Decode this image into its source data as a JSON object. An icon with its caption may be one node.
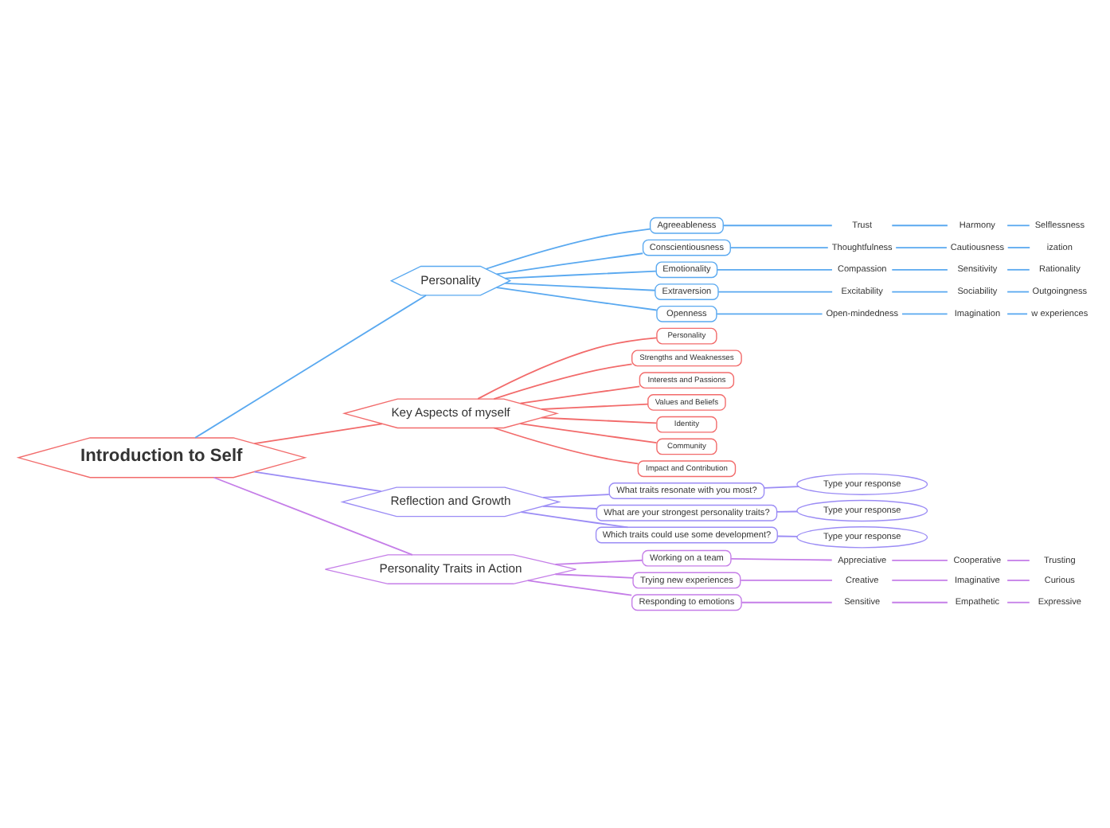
{
  "diagram": {
    "nodes": [
      {
        "text": [
          "Introduction to Self"
        ]
      },
      {
        "text": [
          "Personality"
        ]
      },
      {
        "text": [
          "Agreeableness"
        ]
      },
      {
        "text": [
          "Trust"
        ]
      },
      {
        "text": [
          "Harmony"
        ]
      },
      {
        "text": [
          "Selflessness"
        ]
      },
      {
        "text": [
          "Conscientiousness"
        ]
      },
      {
        "text": [
          "Thoughtfulness"
        ]
      },
      {
        "text": [
          "Cautiousness"
        ]
      },
      {
        "text": [
          "ization"
        ]
      },
      {
        "text": [
          "Emotionality"
        ]
      },
      {
        "text": [
          "Compassion"
        ]
      },
      {
        "text": [
          "Sensitivity"
        ]
      },
      {
        "text": [
          "Rationality"
        ]
      },
      {
        "text": [
          "Extraversion"
        ]
      },
      {
        "text": [
          "Excitability"
        ]
      },
      {
        "text": [
          "Sociability"
        ]
      },
      {
        "text": [
          "Outgoingness"
        ]
      },
      {
        "text": [
          "Openness"
        ]
      },
      {
        "text": [
          "Open-mindedness"
        ]
      },
      {
        "text": [
          "Imagination"
        ]
      },
      {
        "text": [
          "w experiences"
        ]
      },
      {
        "text": [
          "Key Aspects of myself"
        ]
      },
      {
        "text": [
          "Personality"
        ]
      },
      {
        "text": [
          "Strengths and Weaknesses"
        ]
      },
      {
        "text": [
          "Interests and Passions"
        ]
      },
      {
        "text": [
          "Values and Beliefs"
        ]
      },
      {
        "text": [
          "Identity"
        ]
      },
      {
        "text": [
          "Community"
        ]
      },
      {
        "text": [
          "Impact and Contribution"
        ]
      },
      {
        "text": [
          "Reflection and Growth"
        ]
      },
      {
        "text": [
          "What traits resonate with you most?"
        ]
      },
      {
        "text": [
          "Type your response"
        ]
      },
      {
        "text": [
          "What are your strongest personality traits?"
        ]
      },
      {
        "text": [
          "Type your response"
        ]
      },
      {
        "text": [
          "Which traits could use some development?"
        ]
      },
      {
        "text": [
          "Type your response"
        ]
      },
      {
        "text": [
          "Personality Traits in Action"
        ]
      },
      {
        "text": [
          "Working on a team"
        ]
      },
      {
        "text": [
          "Appreciative"
        ]
      },
      {
        "text": [
          "Cooperative"
        ]
      },
      {
        "text": [
          "Trusting"
        ]
      },
      {
        "text": [
          "Trying new experiences"
        ]
      },
      {
        "text": [
          "Creative"
        ]
      },
      {
        "text": [
          "Imaginative"
        ]
      },
      {
        "text": [
          "Curious"
        ]
      },
      {
        "text": [
          "Responding to emotions"
        ]
      },
      {
        "text": [
          "Sensitive"
        ]
      },
      {
        "text": [
          "Empathetic"
        ]
      },
      {
        "text": [
          "Expressive"
        ]
      }
    ],
    "edges": [
      {
        "from": 0,
        "to": 1,
        "arrow": "none",
        "color": "#5aa9f0"
      },
      {
        "from": 1,
        "to": 2,
        "arrow": "none",
        "color": "#5aa9f0"
      },
      {
        "from": 2,
        "to": 3,
        "arrow": "none",
        "color": "#5aa9f0"
      },
      {
        "from": 3,
        "to": 4,
        "arrow": "none",
        "color": "#5aa9f0"
      },
      {
        "from": 4,
        "to": 5,
        "arrow": "none",
        "color": "#5aa9f0"
      },
      {
        "from": 1,
        "to": 6,
        "arrow": "none",
        "color": "#5aa9f0"
      },
      {
        "from": 6,
        "to": 7,
        "arrow": "none",
        "color": "#5aa9f0"
      },
      {
        "from": 7,
        "to": 8,
        "arrow": "none",
        "color": "#5aa9f0"
      },
      {
        "from": 8,
        "to": 9,
        "arrow": "none",
        "color": "#5aa9f0"
      },
      {
        "from": 1,
        "to": 10,
        "arrow": "none",
        "color": "#5aa9f0"
      },
      {
        "from": 10,
        "to": 11,
        "arrow": "none",
        "color": "#5aa9f0"
      },
      {
        "from": 11,
        "to": 12,
        "arrow": "none",
        "color": "#5aa9f0"
      },
      {
        "from": 12,
        "to": 13,
        "arrow": "none",
        "color": "#5aa9f0"
      },
      {
        "from": 1,
        "to": 14,
        "arrow": "none",
        "color": "#5aa9f0"
      },
      {
        "from": 14,
        "to": 15,
        "arrow": "none",
        "color": "#5aa9f0"
      },
      {
        "from": 15,
        "to": 16,
        "arrow": "none",
        "color": "#5aa9f0"
      },
      {
        "from": 16,
        "to": 17,
        "arrow": "none",
        "color": "#5aa9f0"
      },
      {
        "from": 1,
        "to": 18,
        "arrow": "none",
        "color": "#5aa9f0"
      },
      {
        "from": 18,
        "to": 19,
        "arrow": "none",
        "color": "#5aa9f0"
      },
      {
        "from": 19,
        "to": 20,
        "arrow": "none",
        "color": "#5aa9f0"
      },
      {
        "from": 20,
        "to": 21,
        "arrow": "none",
        "color": "#5aa9f0"
      },
      {
        "from": 0,
        "to": 22,
        "arrow": "none",
        "color": "#f26b6b"
      },
      {
        "from": 22,
        "to": 23,
        "arrow": "none",
        "color": "#f26b6b"
      },
      {
        "from": 22,
        "to": 24,
        "arrow": "none",
        "color": "#f26b6b"
      },
      {
        "from": 22,
        "to": 25,
        "arrow": "none",
        "color": "#f26b6b"
      },
      {
        "from": 22,
        "to": 26,
        "arrow": "none",
        "color": "#f26b6b"
      },
      {
        "from": 22,
        "to": 27,
        "arrow": "none",
        "color": "#f26b6b"
      },
      {
        "from": 22,
        "to": 28,
        "arrow": "none",
        "color": "#f26b6b"
      },
      {
        "from": 22,
        "to": 29,
        "arrow": "none",
        "color": "#f26b6b"
      },
      {
        "from": 0,
        "to": 30,
        "arrow": "none",
        "color": "#9b8cf5"
      },
      {
        "from": 30,
        "to": 31,
        "arrow": "none",
        "color": "#9b8cf5"
      },
      {
        "from": 31,
        "to": 32,
        "arrow": "none",
        "color": "#9b8cf5"
      },
      {
        "from": 30,
        "to": 33,
        "arrow": "none",
        "color": "#9b8cf5"
      },
      {
        "from": 33,
        "to": 34,
        "arrow": "none",
        "color": "#9b8cf5"
      },
      {
        "from": 30,
        "to": 35,
        "arrow": "none",
        "color": "#9b8cf5"
      },
      {
        "from": 35,
        "to": 36,
        "arrow": "none",
        "color": "#9b8cf5"
      },
      {
        "from": 0,
        "to": 37,
        "arrow": "none",
        "color": "#c57ee8"
      },
      {
        "from": 37,
        "to": 38,
        "arrow": "none",
        "color": "#c57ee8"
      },
      {
        "from": 38,
        "to": 39,
        "arrow": "none",
        "color": "#c57ee8"
      },
      {
        "from": 39,
        "to": 40,
        "arrow": "none",
        "color": "#c57ee8"
      },
      {
        "from": 40,
        "to": 41,
        "arrow": "none",
        "color": "#c57ee8"
      },
      {
        "from": 37,
        "to": 42,
        "arrow": "none",
        "color": "#c57ee8"
      },
      {
        "from": 42,
        "to": 43,
        "arrow": "none",
        "color": "#c57ee8"
      },
      {
        "from": 43,
        "to": 44,
        "arrow": "none",
        "color": "#c57ee8"
      },
      {
        "from": 44,
        "to": 45,
        "arrow": "none",
        "color": "#c57ee8"
      },
      {
        "from": 37,
        "to": 46,
        "arrow": "none",
        "color": "#c57ee8"
      },
      {
        "from": 46,
        "to": 47,
        "arrow": "none",
        "color": "#c57ee8"
      },
      {
        "from": 47,
        "to": 48,
        "arrow": "none",
        "color": "#c57ee8"
      },
      {
        "from": 48,
        "to": 49,
        "arrow": "none",
        "color": "#c57ee8"
      }
    ]
  }
}
